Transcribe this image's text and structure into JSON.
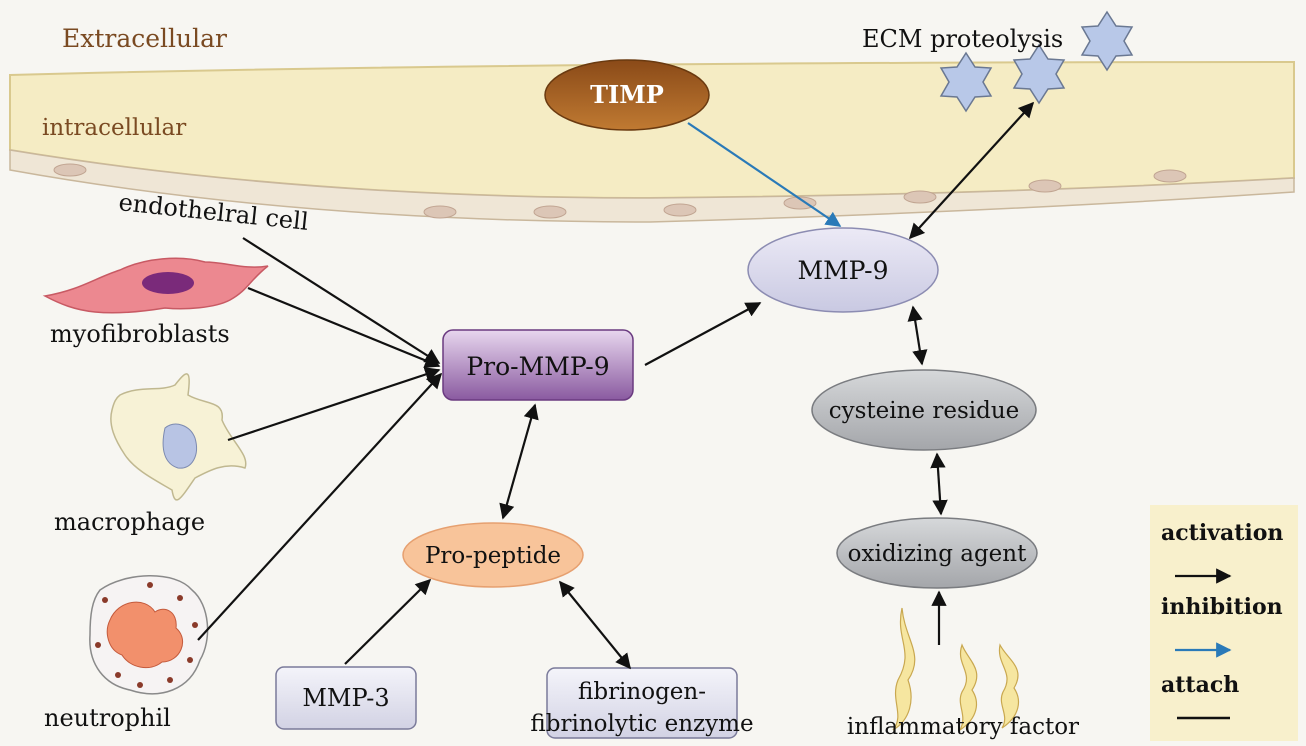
{
  "regions": {
    "extracellular": "Extracellular",
    "intracellular": "intracellular",
    "endothelial_cell": "endothelral cell"
  },
  "cells": {
    "myofibroblasts": "myofibroblasts",
    "macrophage": "macrophage",
    "neutrophil": "neutrophil"
  },
  "nodes": {
    "timp": "TIMP",
    "ecm_proteolysis": "ECM proteolysis",
    "mmp9": "MMP-9",
    "pro_mmp9": "Pro-MMP-9",
    "pro_peptide": "Pro-peptide",
    "mmp3": "MMP-3",
    "fibrinogen_line1": "fibrinogen-",
    "fibrinogen_line2": "fibrinolytic enzyme",
    "cysteine_residue": "cysteine residue",
    "oxidizing_agent": "oxidizing agent",
    "inflammatory_factor": "inflammatory factor"
  },
  "legend": {
    "activation": "activation",
    "inhibition": "inhibition",
    "attach": "attach"
  },
  "colors": {
    "membrane": "#f5ecc4",
    "timp": "#a5611f",
    "pro_mmp9": "#8a5aa0",
    "mmp9": "#d9d9ee",
    "pro_peptide": "#f8c49a",
    "box_fill": "#e4e4f0",
    "grey_node": "#bdbfc2",
    "star": "#b8c8e8",
    "inhibition_arrow": "#2a7ab8",
    "legend_bg": "#f8f0cc"
  }
}
